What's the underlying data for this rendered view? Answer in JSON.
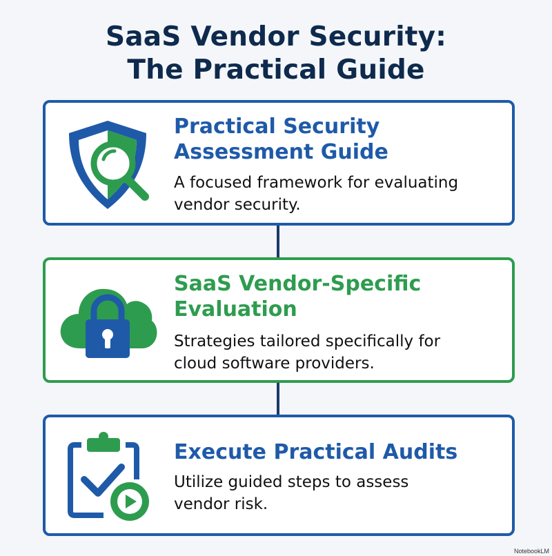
{
  "title": {
    "line1": "SaaS Vendor Security:",
    "line2": "The Practical Guide"
  },
  "cards": [
    {
      "title_line1": "Practical Security",
      "title_line2": "Assessment Guide",
      "desc_line1": "A focused framework for evaluating",
      "desc_line2": "vendor security.",
      "icon": "shield-magnifier-icon",
      "accent": "#1f5aa8"
    },
    {
      "title_line1": "SaaS Vendor-Specific",
      "title_line2": "Evaluation",
      "desc_line1": "Strategies tailored specifically for",
      "desc_line2": "cloud software providers.",
      "icon": "cloud-lock-icon",
      "accent": "#2e9c4f"
    },
    {
      "title_line1": "Execute Practical Audits",
      "desc_line1": "Utilize guided steps to assess",
      "desc_line2": "vendor risk.",
      "icon": "clipboard-check-play-icon",
      "accent": "#1f5aa8"
    }
  ],
  "colors": {
    "navy": "#0e2a4d",
    "blue": "#1f5aa8",
    "green": "#2e9c4f"
  },
  "watermark": "NotebookLM"
}
